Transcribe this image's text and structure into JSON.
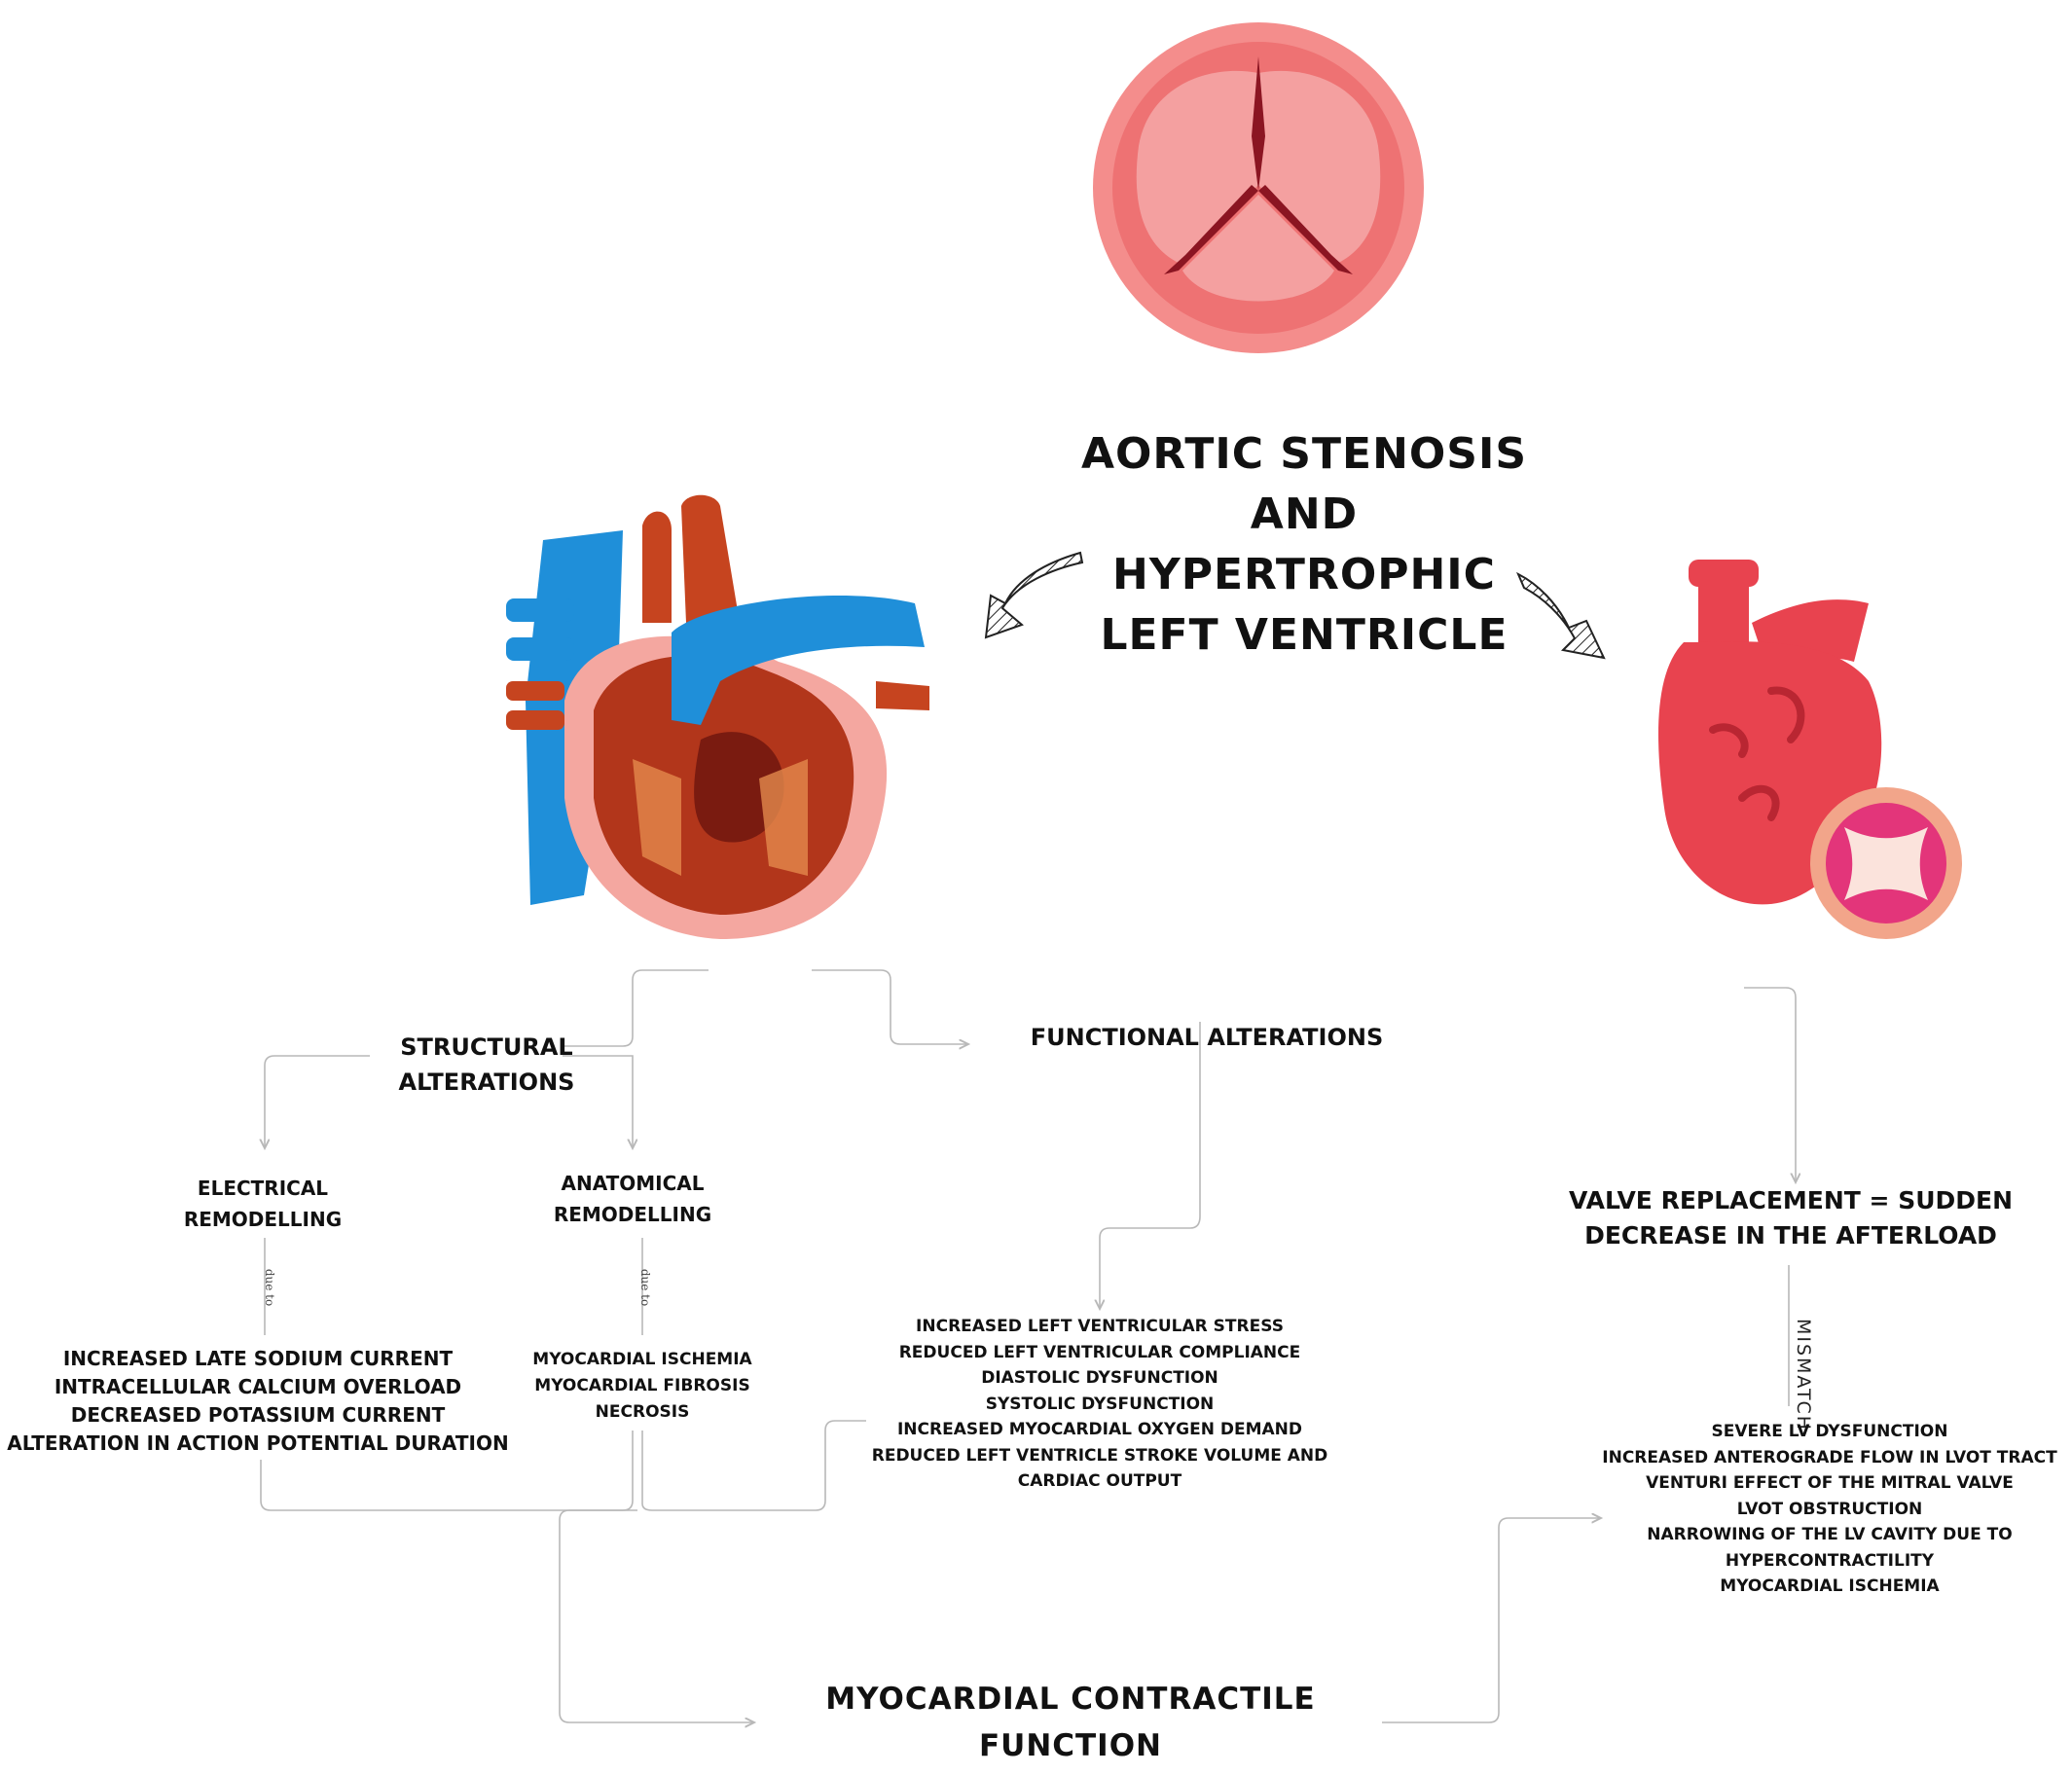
{
  "title": [
    "AORTIC STENOSIS",
    "AND",
    "HYPERTROPHIC",
    "LEFT VENTRICLE"
  ],
  "structural": [
    "STRUCTURAL",
    "ALTERATIONS"
  ],
  "functional": "FUNCTIONAL ALTERATIONS",
  "electrical": [
    "ELECTRICAL",
    "REMODELLING"
  ],
  "anatomical": [
    "ANATOMICAL",
    "REMODELLING"
  ],
  "due_to_label": "due to",
  "electrical_list": [
    "INCREASED LATE SODIUM CURRENT",
    "INTRACELLULAR CALCIUM OVERLOAD",
    "DECREASED POTASSIUM CURRENT",
    "ALTERATION IN ACTION POTENTIAL DURATION"
  ],
  "anatomical_list": [
    "MYOCARDIAL ISCHEMIA",
    "MYOCARDIAL FIBROSIS",
    "NECROSIS"
  ],
  "functional_list": [
    "INCREASED LEFT VENTRICULAR STRESS",
    "REDUCED LEFT VENTRICULAR COMPLIANCE",
    "DIASTOLIC DYSFUNCTION",
    "SYSTOLIC DYSFUNCTION",
    "INCREASED MYOCARDIAL OXYGEN DEMAND",
    "REDUCED LEFT VENTRICLE STROKE VOLUME AND",
    "CARDIAC OUTPUT"
  ],
  "valve": [
    "VALVE REPLACEMENT = SUDDEN",
    "DECREASE IN THE AFTERLOAD"
  ],
  "mismatch": "MISMATCH",
  "valve_list": [
    "SEVERE LV DYSFUNCTION",
    "INCREASED ANTEROGRADE FLOW IN LVOT TRACT",
    "VENTURI EFFECT OF THE MITRAL VALVE",
    "LVOT OBSTRUCTION",
    "NARROWING OF THE LV CAVITY  DUE TO",
    "HYPERCONTRACTILITY",
    "MYOCARDIAL ISCHEMIA"
  ],
  "contractile": [
    "MYOCARDIAL CONTRACTILE",
    "FUNCTION"
  ],
  "colors": {
    "valve_outer": "#f48d8c",
    "valve_inner": "#ee7273",
    "valve_cusp": "#f4a0a0",
    "valve_gap": "#8b1522",
    "heart_red": "#b2361b",
    "heart_blue": "#1f8fd9",
    "heart_pink": "#f4a7a0",
    "cartoon_heart": "#e8434f",
    "connector": "#b8b8b8"
  }
}
